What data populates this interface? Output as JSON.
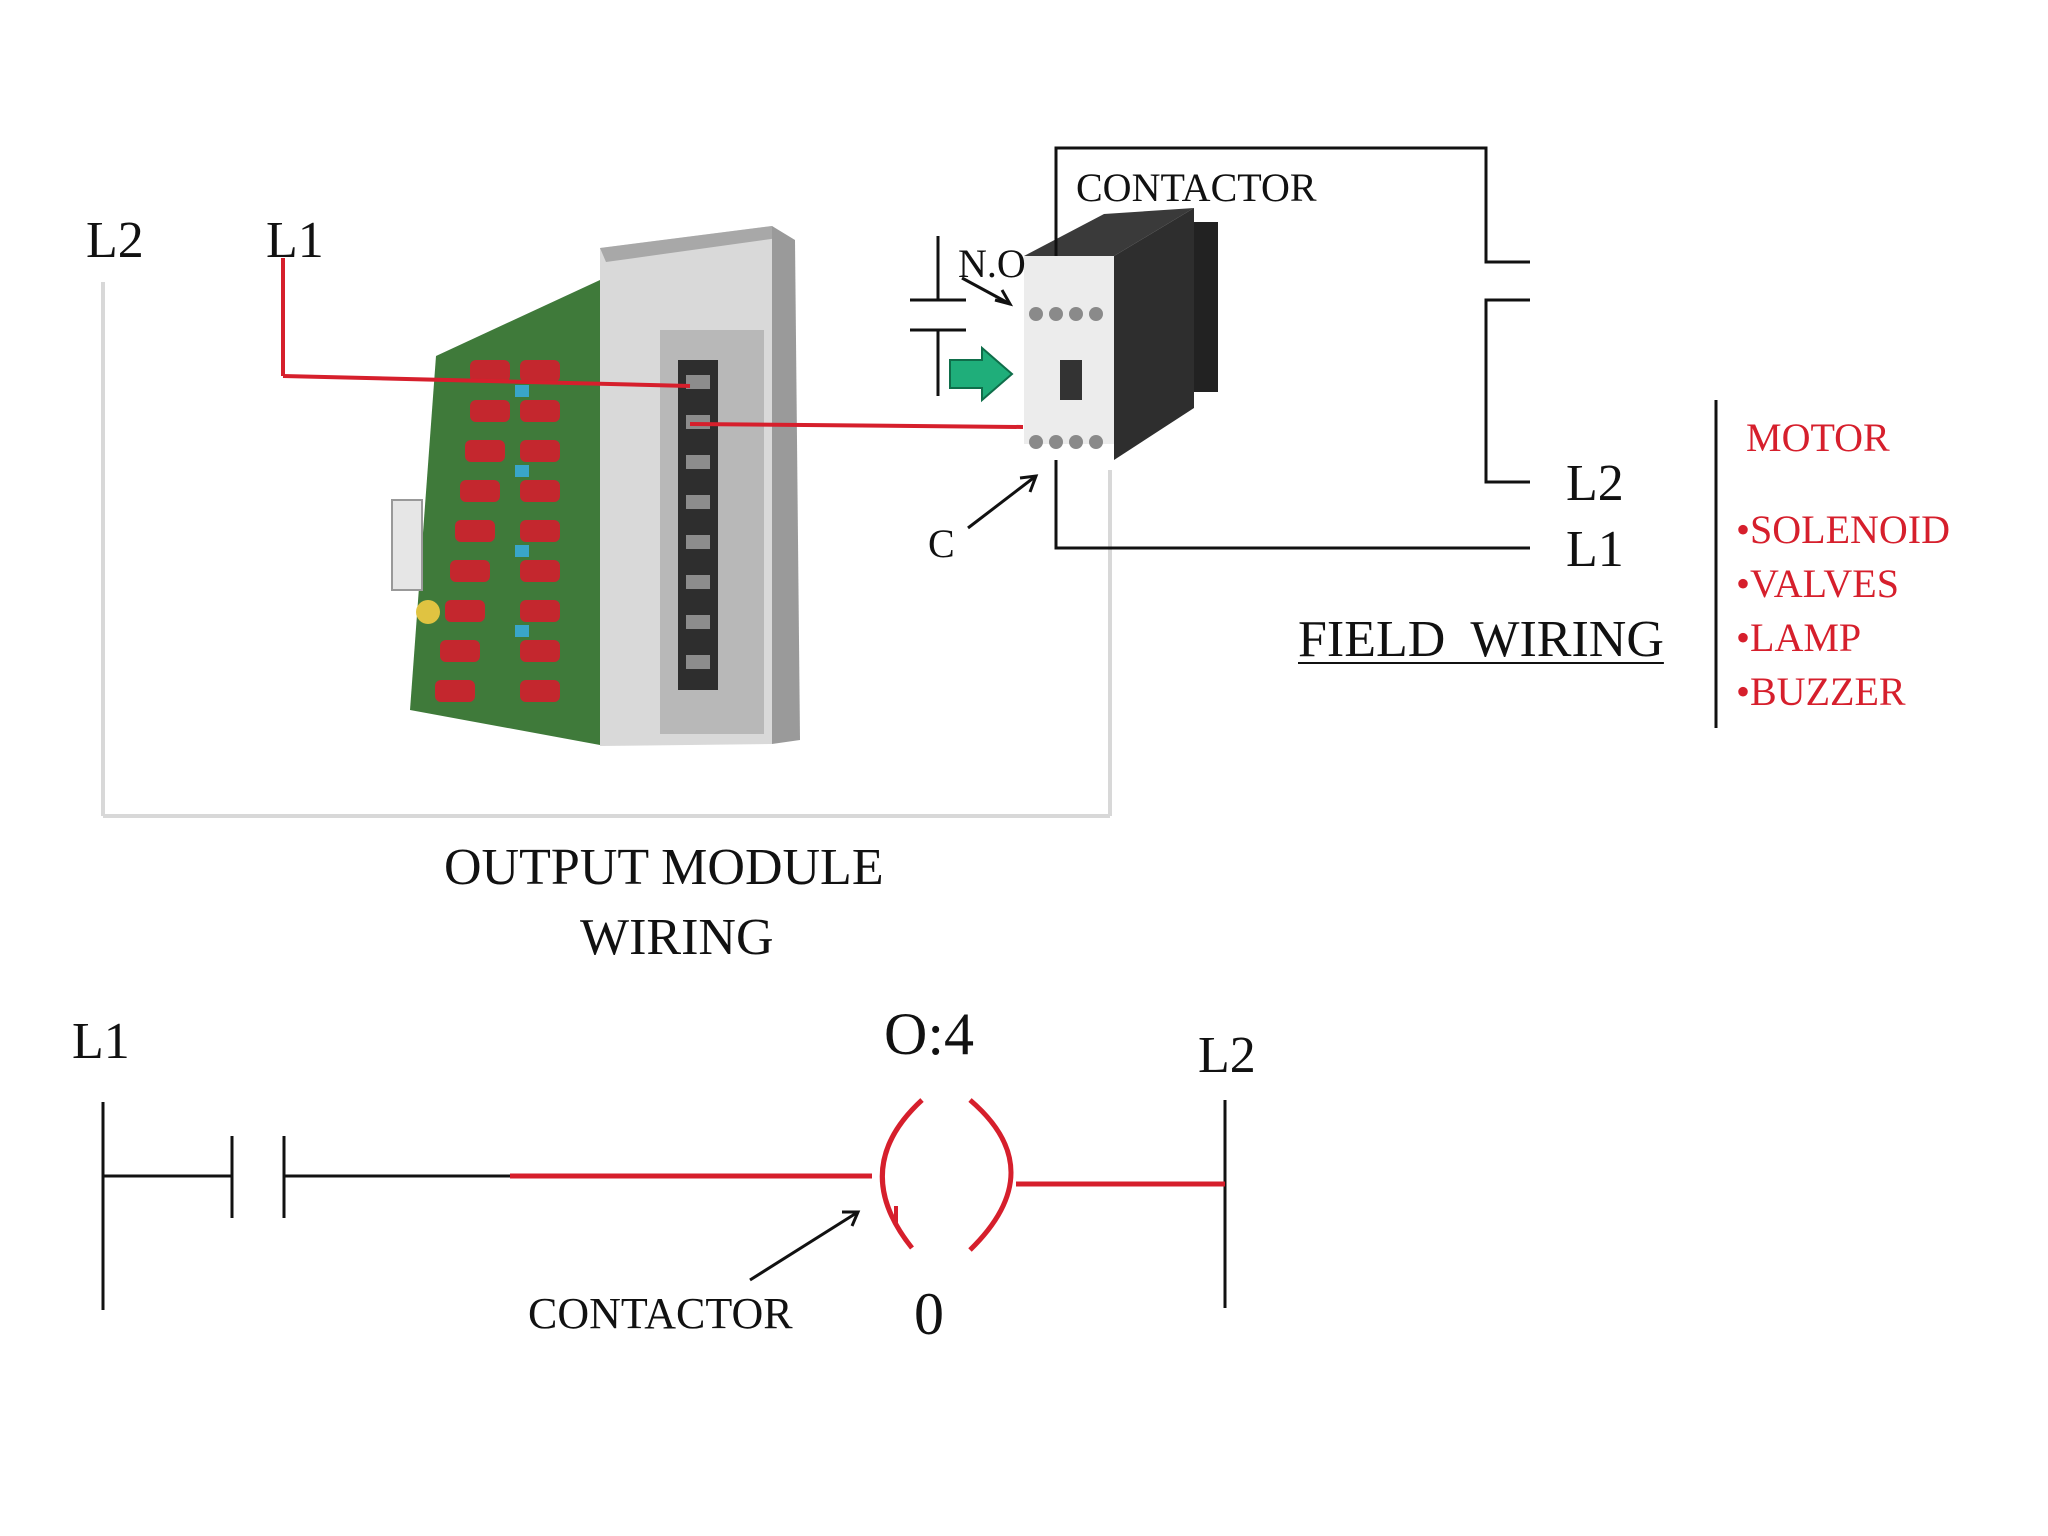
{
  "output_module": {
    "rail_left": "L2",
    "rail_right": "L1",
    "caption_line1": "OUTPUT MODULE",
    "caption_line2": "WIRING"
  },
  "contactor": {
    "title": "CONTACTOR",
    "no_label": "N.O",
    "c_label": "C"
  },
  "field": {
    "l2": "L2",
    "l1": "L1",
    "title": "FIELD  WIRING",
    "loads": [
      "MOTOR",
      "•SOLENOID",
      "•VALVES",
      "•LAMP",
      "•BUZZER"
    ]
  },
  "ladder": {
    "left_rail": "L1",
    "right_rail": "L2",
    "address": "O:4",
    "bit": "0",
    "coil_label": "CONTACTOR"
  },
  "colors": {
    "wire_red": "#d61f2c",
    "arrow_green": "#1fae7a",
    "line_black": "#111111",
    "board_green": "#3f7a3a"
  }
}
